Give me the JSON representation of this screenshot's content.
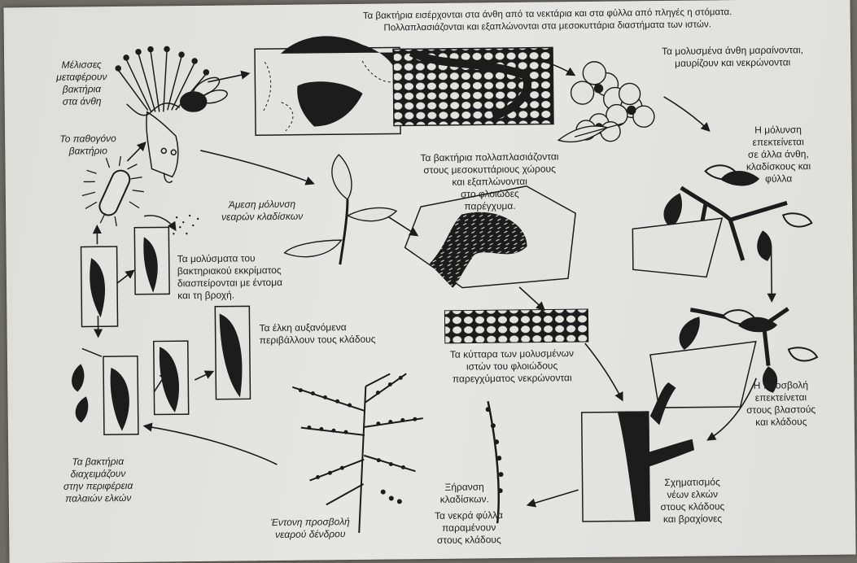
{
  "labels": {
    "bees": "Μέλισσες μεταφέρουν\nβακτήρια\nστα άνθη",
    "enter": "Τα βακτήρια εισέρχονται στα άνθη από τα νεκτάρια και στα φύλλα από πληγές η στόματα.\nΠολλαπλασιάζονται και εξαπλώνονται στα μεσοκυττάρια διαστήματα των ιστών.",
    "flowers_wilt": "Τα μολυσμένα άνθη μαραίνονται,\nμαυρίζουν και νεκρώνονται",
    "pathogen": "Το παθογόνο\nβακτήριο",
    "spreads": "Η μόλυνση\nεπεκτείνεται\nσε άλλα άνθη,\nκλαδίσκους και\nφύλλα",
    "multiply": "Τα βακτήρια πολλαπλασιάζονται\nστους μεσοκυττάριους χώρους\nκαι εξαπλώνονται\nστο φλοιώδες\nπαρέγχυμα.",
    "direct": "Άμεση μόλυνση\nνεαρών κλαδίσκων",
    "ooze": "Τα μολύσματα του\nβακτηριακού εκκρίματος\nδιασπείρονται με έντομα\nκαι τη βροχή.",
    "cankers_grow": "Τα έλκη αυξανόμενα\nπεριβάλλουν τους κλάδους",
    "cells_die": "Τα κύτταρα των μολυσμένων\nιστών του φλοιώδους\nπαρεγχύματος νεκρώνονται",
    "shoots": "Η προσβολή\nεπεκτείνεται\nστους βλαστούς\nκαι κλάδους",
    "overwinter": "Τα βακτήρια\nδιαχειμάζουν\nστην περιφέρεια\nπαλαιών ελκών",
    "drying": "Ξήρανση\nκλαδίσκων.",
    "dead_leaves": "Τα νεκρά φύλλα\nπαραμένουν\nστους κλάδους",
    "severe": "Έντονη προσβολή\nνεαρού δένδρου",
    "new_cankers": "Σχηματισμός\nνέων ελκών\nστους κλάδους\nκαι βραχίονες"
  },
  "colors": {
    "paper": "#e2e2df",
    "ink": "#1c1c1c",
    "background": "#6e6a64"
  }
}
